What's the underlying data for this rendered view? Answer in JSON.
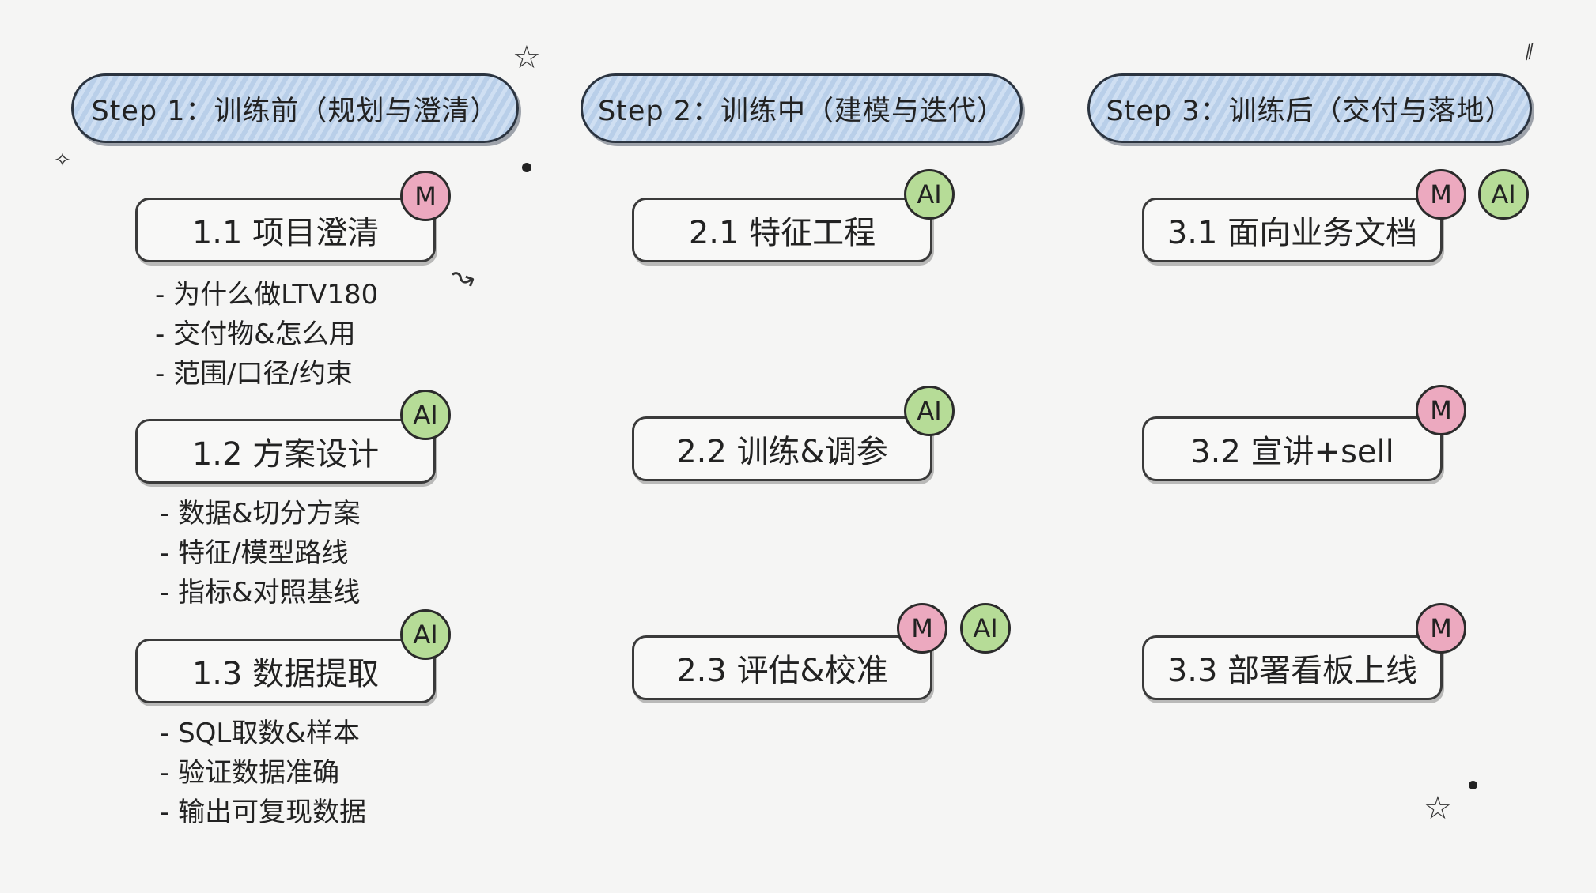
{
  "steps": [
    {
      "title": "Step 1：训练前（规划与澄清）"
    },
    {
      "title": "Step 2：训练中（建模与迭代）"
    },
    {
      "title": "Step 3：训练后（交付与落地）"
    }
  ],
  "badge_labels": {
    "m": "M",
    "ai": "AI"
  },
  "colors": {
    "pill": "#c6d9ef",
    "m": "#eca9bf",
    "ai": "#b6dc97"
  },
  "col1": [
    {
      "label": "1.1 项目澄清",
      "bullets": [
        "- 为什么做LTV180",
        "- 交付物&怎么用",
        "- 范围/口径/约束"
      ]
    },
    {
      "label": "1.2 方案设计",
      "bullets": [
        "- 数据&切分方案",
        "- 特征/模型路线",
        "- 指标&对照基线"
      ]
    },
    {
      "label": "1.3 数据提取",
      "bullets": [
        "- SQL取数&样本",
        "- 验证数据准确",
        "- 输出可复现数据"
      ]
    }
  ],
  "col2": [
    {
      "label": "2.1 特征工程"
    },
    {
      "label": "2.2 训练&调参"
    },
    {
      "label": "2.3 评估&校准"
    }
  ],
  "col3": [
    {
      "label": "3.1 面向业务文档"
    },
    {
      "label": "3.2 宣讲+sell"
    },
    {
      "label": "3.3 部署看板上线"
    }
  ]
}
